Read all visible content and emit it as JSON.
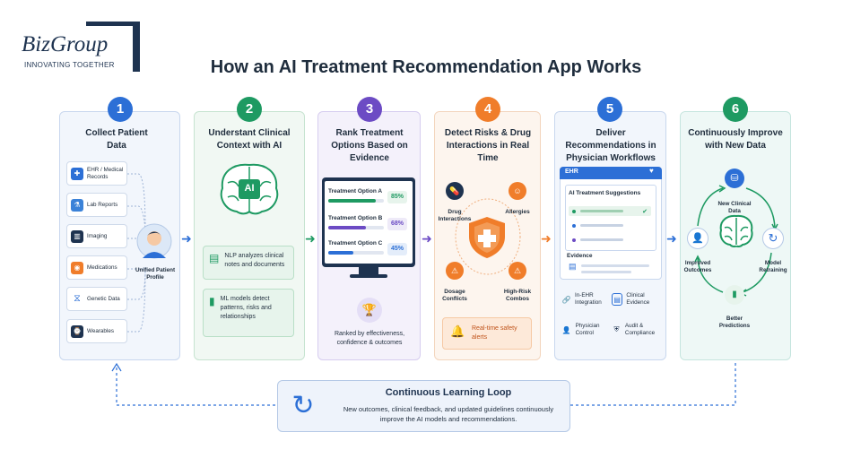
{
  "logo": {
    "name": "BizGroup",
    "tagline": "INNOVATING TOGETHER"
  },
  "title": "How an AI Treatment Recommendation App Works",
  "colors": {
    "blue": "#2c6fd6",
    "green": "#1e9a62",
    "purple": "#6c4bc4",
    "orange": "#f07d2a",
    "navy": "#1e3350"
  },
  "steps": [
    {
      "num": "1",
      "title": "Collect Patient Data"
    },
    {
      "num": "2",
      "title": "Understant Clinical Context with AI"
    },
    {
      "num": "3",
      "title": "Rank Treatment Options Based on Evidence"
    },
    {
      "num": "4",
      "title": "Detect Risks & Drug Interactions in Real Time"
    },
    {
      "num": "5",
      "title": "Deliver Recommendations in Physician Workflows"
    },
    {
      "num": "6",
      "title": "Continuously Improve with New Data"
    }
  ],
  "step1": {
    "sources": [
      {
        "label": "EHR / Medical Records",
        "icon": "medical-record-icon"
      },
      {
        "label": "Lab Reports",
        "icon": "flask-icon"
      },
      {
        "label": "Imaging",
        "icon": "xray-icon"
      },
      {
        "label": "Medications",
        "icon": "pill-bottle-icon"
      },
      {
        "label": "Genetic Data",
        "icon": "dna-icon"
      },
      {
        "label": "Wearables",
        "icon": "smartwatch-icon"
      }
    ],
    "profile_label": "Unified Patient Profile"
  },
  "step2": {
    "ai_label": "AI",
    "boxes": [
      {
        "label": "NLP analyzes clinical notes and documents",
        "icon": "document-icon"
      },
      {
        "label": "ML models detect patterns, risks and relationships",
        "icon": "bar-chart-icon"
      }
    ]
  },
  "step3": {
    "options": [
      {
        "name": "Treatment Option A",
        "pct_label": "85%",
        "pct": 0.85
      },
      {
        "name": "Treatment Option B",
        "pct_label": "68%",
        "pct": 0.68
      },
      {
        "name": "Treatment Option C",
        "pct_label": "45%",
        "pct": 0.45
      }
    ],
    "caption": "Ranked by effectiveness, confidence & outcomes"
  },
  "step4": {
    "risks": [
      {
        "label": "Drug Interactions",
        "icon": "pills-icon"
      },
      {
        "label": "Allergies",
        "icon": "allergy-icon"
      },
      {
        "label": "Dosage Conflicts",
        "icon": "warning-icon"
      },
      {
        "label": "High-Risk Combos",
        "icon": "warning-icon"
      }
    ],
    "alert": "Real-time safety alerts"
  },
  "step5": {
    "ehr_title": "EHR",
    "panel_title": "AI Treatment Suggestions",
    "evidence_label": "Evidence",
    "features": [
      {
        "label": "In-EHR Integration",
        "icon": "link-icon"
      },
      {
        "label": "Clinical Evidence",
        "icon": "document-icon"
      },
      {
        "label": "Physician Control",
        "icon": "user-icon"
      },
      {
        "label": "Audit & Compliance",
        "icon": "shield-lock-icon"
      }
    ]
  },
  "step6": {
    "cycle": [
      {
        "label": "New Clinical Data",
        "icon": "database-icon"
      },
      {
        "label": "Model Retraining",
        "icon": "refresh-icon"
      },
      {
        "label": "Better Predictions",
        "icon": "bar-chart-icon"
      },
      {
        "label": "Improved Outcomes",
        "icon": "user-check-icon"
      }
    ]
  },
  "loop": {
    "title": "Continuous Learning Loop",
    "text": "New outcomes, clinical feedback, and updated guidelines continuously improve the AI models and recommendations."
  }
}
